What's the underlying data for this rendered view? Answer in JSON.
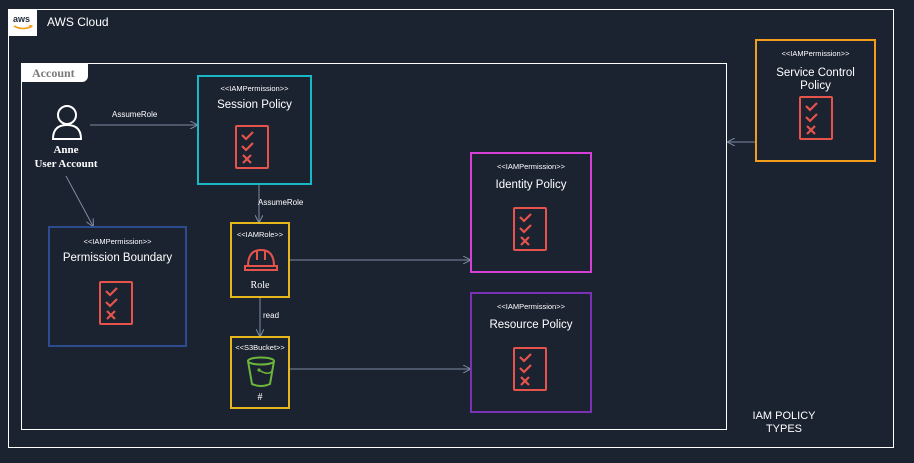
{
  "cloud": {
    "title": "AWS Cloud",
    "logo_text": "aws"
  },
  "account": {
    "title": "Account"
  },
  "user": {
    "name": "Anne",
    "subtitle": "User Account"
  },
  "session_policy": {
    "stereotype": "<<IAMPermission>>",
    "name": "Session Policy"
  },
  "permission_boundary": {
    "stereotype": "<<IAMPermission>>",
    "name": "Permission Boundary"
  },
  "identity_policy": {
    "stereotype": "<<IAMPermission>>",
    "name": "Identity Policy"
  },
  "resource_policy": {
    "stereotype": "<<IAMPermission>>",
    "name": "Resource Policy"
  },
  "service_control_policy": {
    "stereotype": "<<IAMPermission>>",
    "name_line1": "Service Control",
    "name_line2": "Policy"
  },
  "role": {
    "stereotype": "<<IAMRole>>",
    "name": "Role"
  },
  "bucket": {
    "stereotype": "<<S3Bucket>>",
    "name": "#"
  },
  "edges": {
    "assume_role_1": "AssumeRole",
    "assume_role_2": "AssumeRole",
    "read": "read"
  },
  "caption": {
    "line1": "IAM POLICY",
    "line2": "TYPES"
  },
  "colors": {
    "background": "#1b2230",
    "session": "#19b8c6",
    "permission_boundary": "#2d4b8f",
    "identity": "#d63fd6",
    "resource": "#7b31b3",
    "scp": "#f39e1b",
    "role_bucket": "#e6b71b",
    "policy_icon": "#e5534b",
    "bucket_icon": "#6cb73b",
    "connector": "#7d8ca3"
  }
}
